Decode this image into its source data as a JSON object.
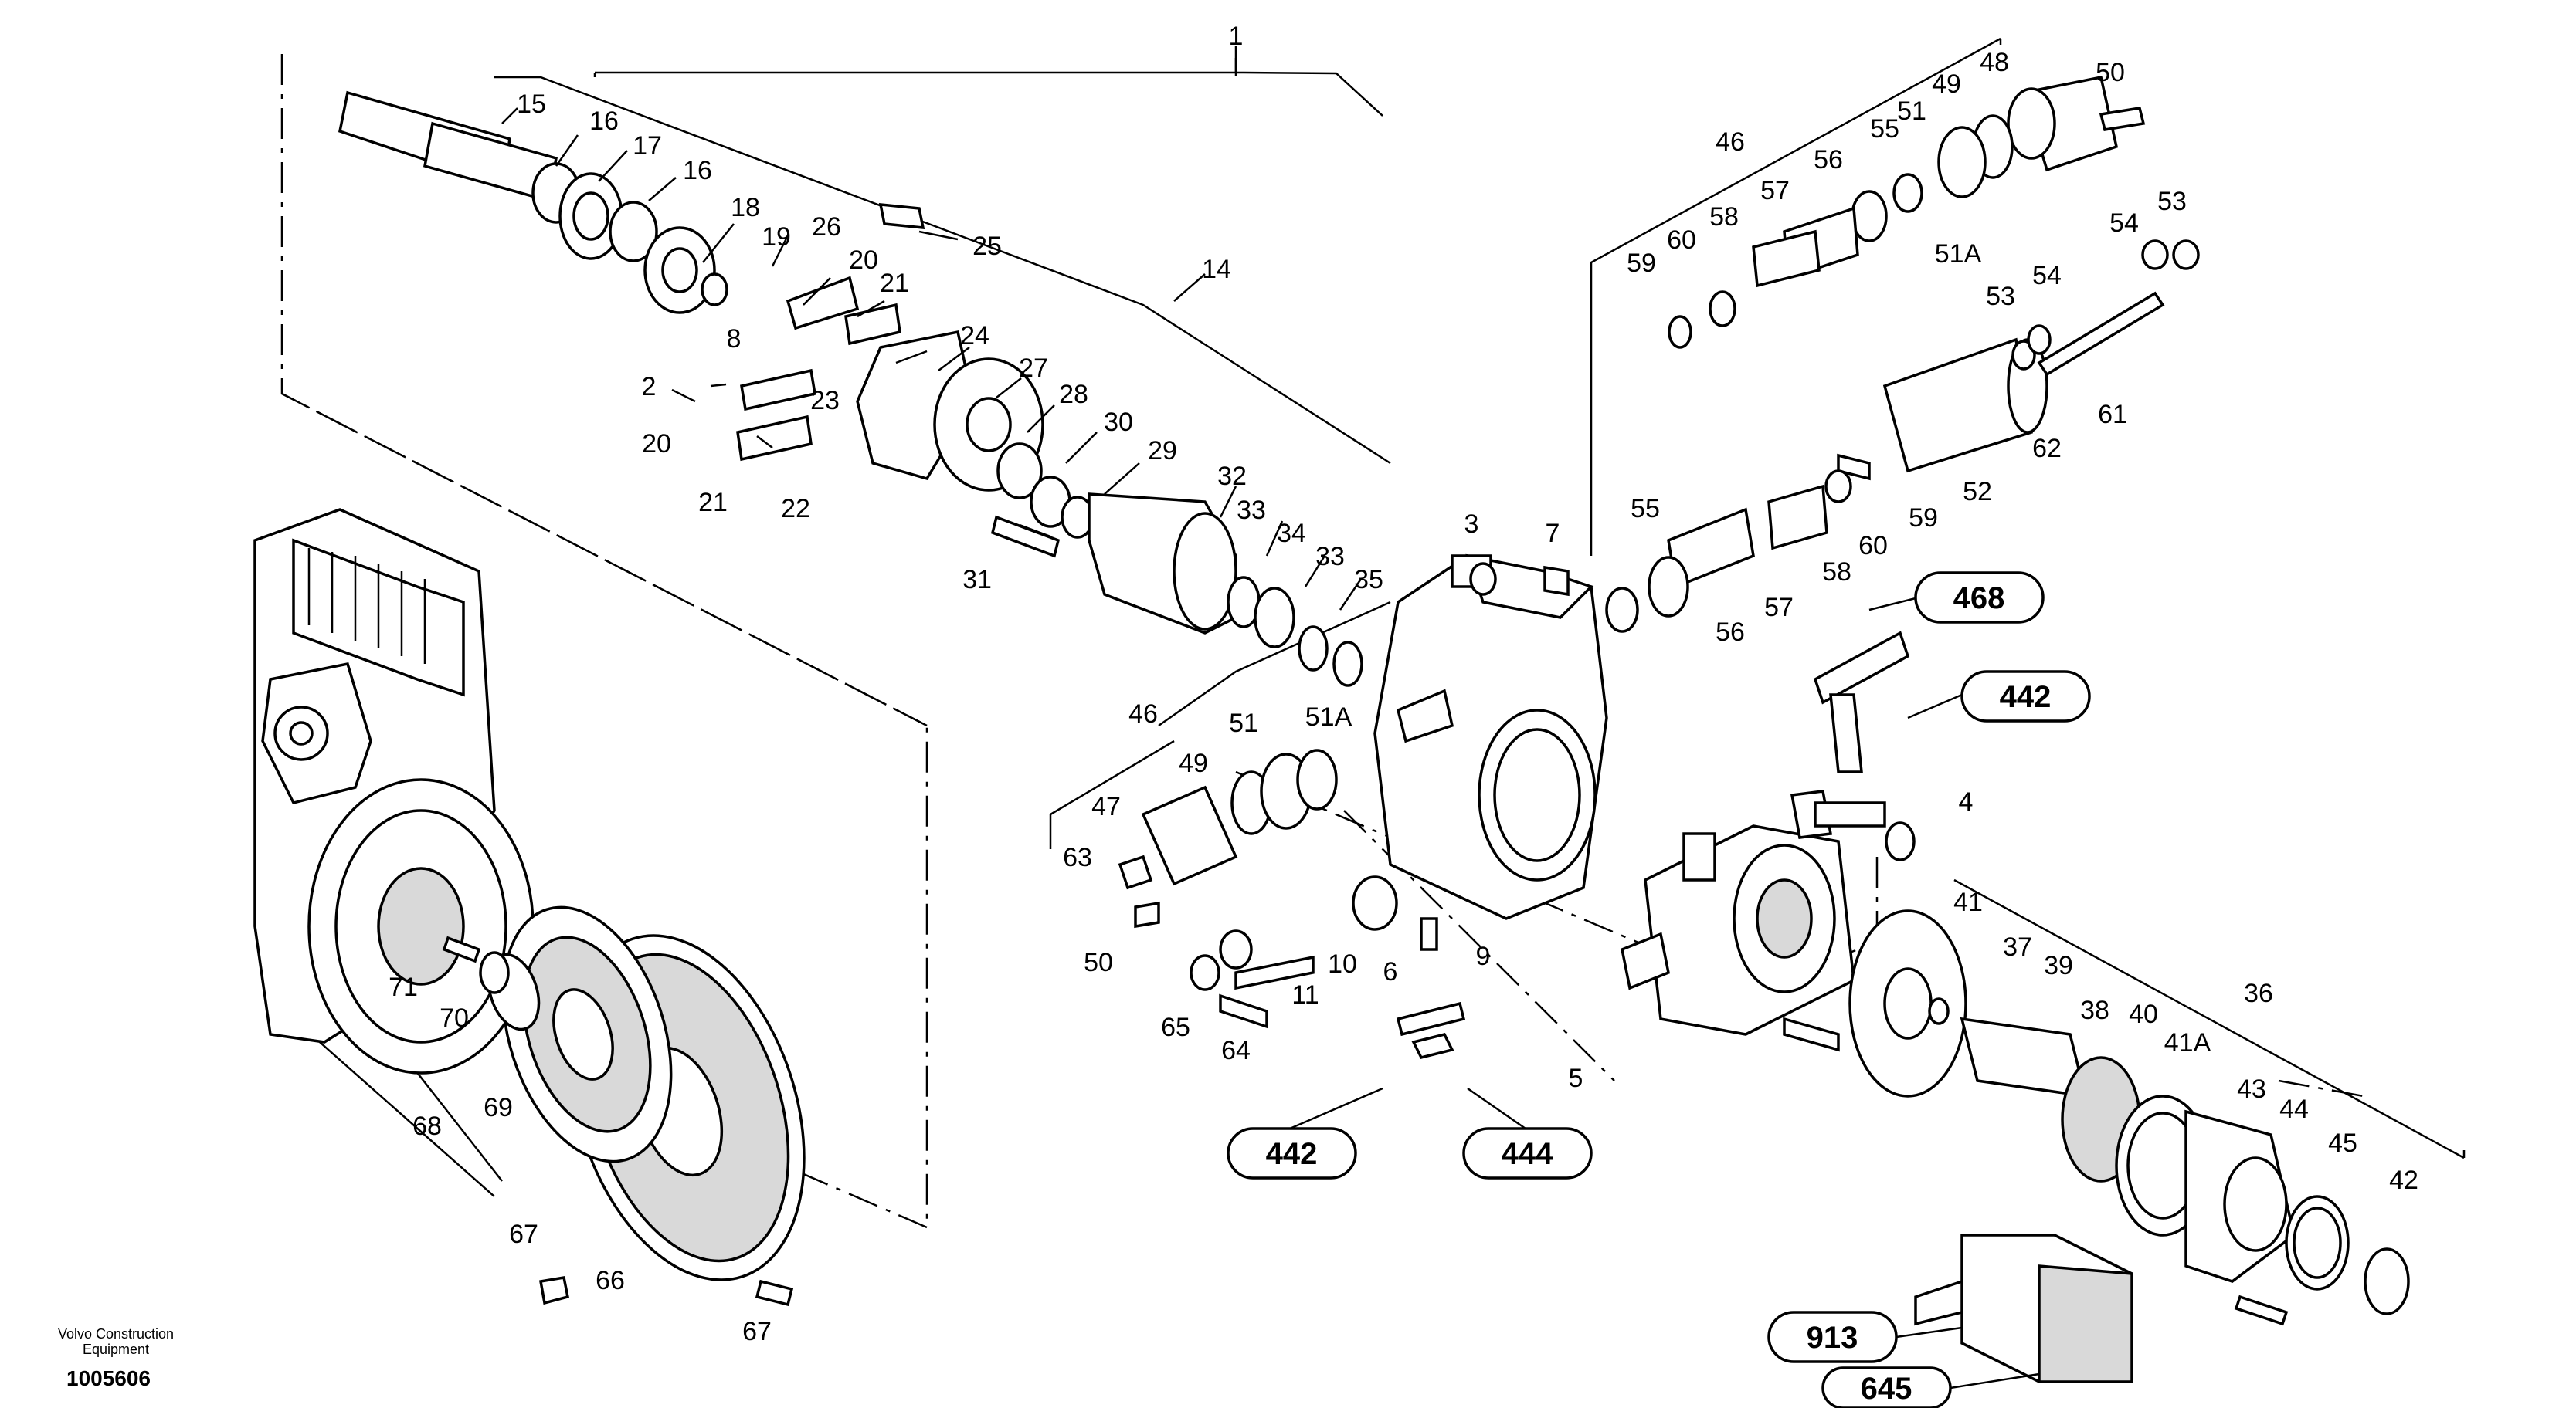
{
  "footer": {
    "manufacturer_line1": "Volvo Construction",
    "manufacturer_line2": "Equipment",
    "document_number": "1005606"
  },
  "callouts": [
    {
      "id": "c1",
      "text": "1"
    },
    {
      "id": "c2",
      "text": "2"
    },
    {
      "id": "c3",
      "text": "3"
    },
    {
      "id": "c4",
      "text": "4"
    },
    {
      "id": "c5",
      "text": "5"
    },
    {
      "id": "c6",
      "text": "6"
    },
    {
      "id": "c7",
      "text": "7"
    },
    {
      "id": "c8",
      "text": "8"
    },
    {
      "id": "c9",
      "text": "9"
    },
    {
      "id": "c10",
      "text": "10"
    },
    {
      "id": "c11",
      "text": "11"
    },
    {
      "id": "c14",
      "text": "14"
    },
    {
      "id": "c15",
      "text": "15"
    },
    {
      "id": "c16a",
      "text": "16"
    },
    {
      "id": "c16b",
      "text": "16"
    },
    {
      "id": "c17",
      "text": "17"
    },
    {
      "id": "c18",
      "text": "18"
    },
    {
      "id": "c19",
      "text": "19"
    },
    {
      "id": "c20a",
      "text": "20"
    },
    {
      "id": "c20b",
      "text": "20"
    },
    {
      "id": "c21a",
      "text": "21"
    },
    {
      "id": "c21b",
      "text": "21"
    },
    {
      "id": "c22",
      "text": "22"
    },
    {
      "id": "c23",
      "text": "23"
    },
    {
      "id": "c24",
      "text": "24"
    },
    {
      "id": "c25",
      "text": "25"
    },
    {
      "id": "c26",
      "text": "26"
    },
    {
      "id": "c27",
      "text": "27"
    },
    {
      "id": "c28",
      "text": "28"
    },
    {
      "id": "c29",
      "text": "29"
    },
    {
      "id": "c30",
      "text": "30"
    },
    {
      "id": "c31",
      "text": "31"
    },
    {
      "id": "c32",
      "text": "32"
    },
    {
      "id": "c33a",
      "text": "33"
    },
    {
      "id": "c33b",
      "text": "33"
    },
    {
      "id": "c34",
      "text": "34"
    },
    {
      "id": "c35",
      "text": "35"
    },
    {
      "id": "c36",
      "text": "36"
    },
    {
      "id": "c37",
      "text": "37"
    },
    {
      "id": "c38",
      "text": "38"
    },
    {
      "id": "c39",
      "text": "39"
    },
    {
      "id": "c40",
      "text": "40"
    },
    {
      "id": "c41",
      "text": "41"
    },
    {
      "id": "c41A",
      "text": "41A"
    },
    {
      "id": "c42",
      "text": "42"
    },
    {
      "id": "c43",
      "text": "43"
    },
    {
      "id": "c44",
      "text": "44"
    },
    {
      "id": "c45",
      "text": "45"
    },
    {
      "id": "c46a",
      "text": "46"
    },
    {
      "id": "c46b",
      "text": "46"
    },
    {
      "id": "c47",
      "text": "47"
    },
    {
      "id": "c48",
      "text": "48"
    },
    {
      "id": "c49a",
      "text": "49"
    },
    {
      "id": "c49b",
      "text": "49"
    },
    {
      "id": "c50a",
      "text": "50"
    },
    {
      "id": "c50b",
      "text": "50"
    },
    {
      "id": "c51a",
      "text": "51"
    },
    {
      "id": "c51b",
      "text": "51"
    },
    {
      "id": "c51Aa",
      "text": "51A"
    },
    {
      "id": "c51Ab",
      "text": "51A"
    },
    {
      "id": "c52",
      "text": "52"
    },
    {
      "id": "c53a",
      "text": "53"
    },
    {
      "id": "c53b",
      "text": "53"
    },
    {
      "id": "c54a",
      "text": "54"
    },
    {
      "id": "c54b",
      "text": "54"
    },
    {
      "id": "c55a",
      "text": "55"
    },
    {
      "id": "c55b",
      "text": "55"
    },
    {
      "id": "c56a",
      "text": "56"
    },
    {
      "id": "c56b",
      "text": "56"
    },
    {
      "id": "c57a",
      "text": "57"
    },
    {
      "id": "c57b",
      "text": "57"
    },
    {
      "id": "c58a",
      "text": "58"
    },
    {
      "id": "c58b",
      "text": "58"
    },
    {
      "id": "c59a",
      "text": "59"
    },
    {
      "id": "c59b",
      "text": "59"
    },
    {
      "id": "c60a",
      "text": "60"
    },
    {
      "id": "c60b",
      "text": "60"
    },
    {
      "id": "c61",
      "text": "61"
    },
    {
      "id": "c62",
      "text": "62"
    },
    {
      "id": "c63",
      "text": "63"
    },
    {
      "id": "c64",
      "text": "64"
    },
    {
      "id": "c65",
      "text": "65"
    },
    {
      "id": "c66",
      "text": "66"
    },
    {
      "id": "c67a",
      "text": "67"
    },
    {
      "id": "c67b",
      "text": "67"
    },
    {
      "id": "c68",
      "text": "68"
    },
    {
      "id": "c69",
      "text": "69"
    },
    {
      "id": "c70",
      "text": "70"
    },
    {
      "id": "c71",
      "text": "71"
    }
  ],
  "references": [
    {
      "id": "r468",
      "text": "468"
    },
    {
      "id": "r442a",
      "text": "442"
    },
    {
      "id": "r442b",
      "text": "442"
    },
    {
      "id": "r444",
      "text": "444"
    },
    {
      "id": "r913",
      "text": "913"
    },
    {
      "id": "r645",
      "text": "645"
    }
  ]
}
